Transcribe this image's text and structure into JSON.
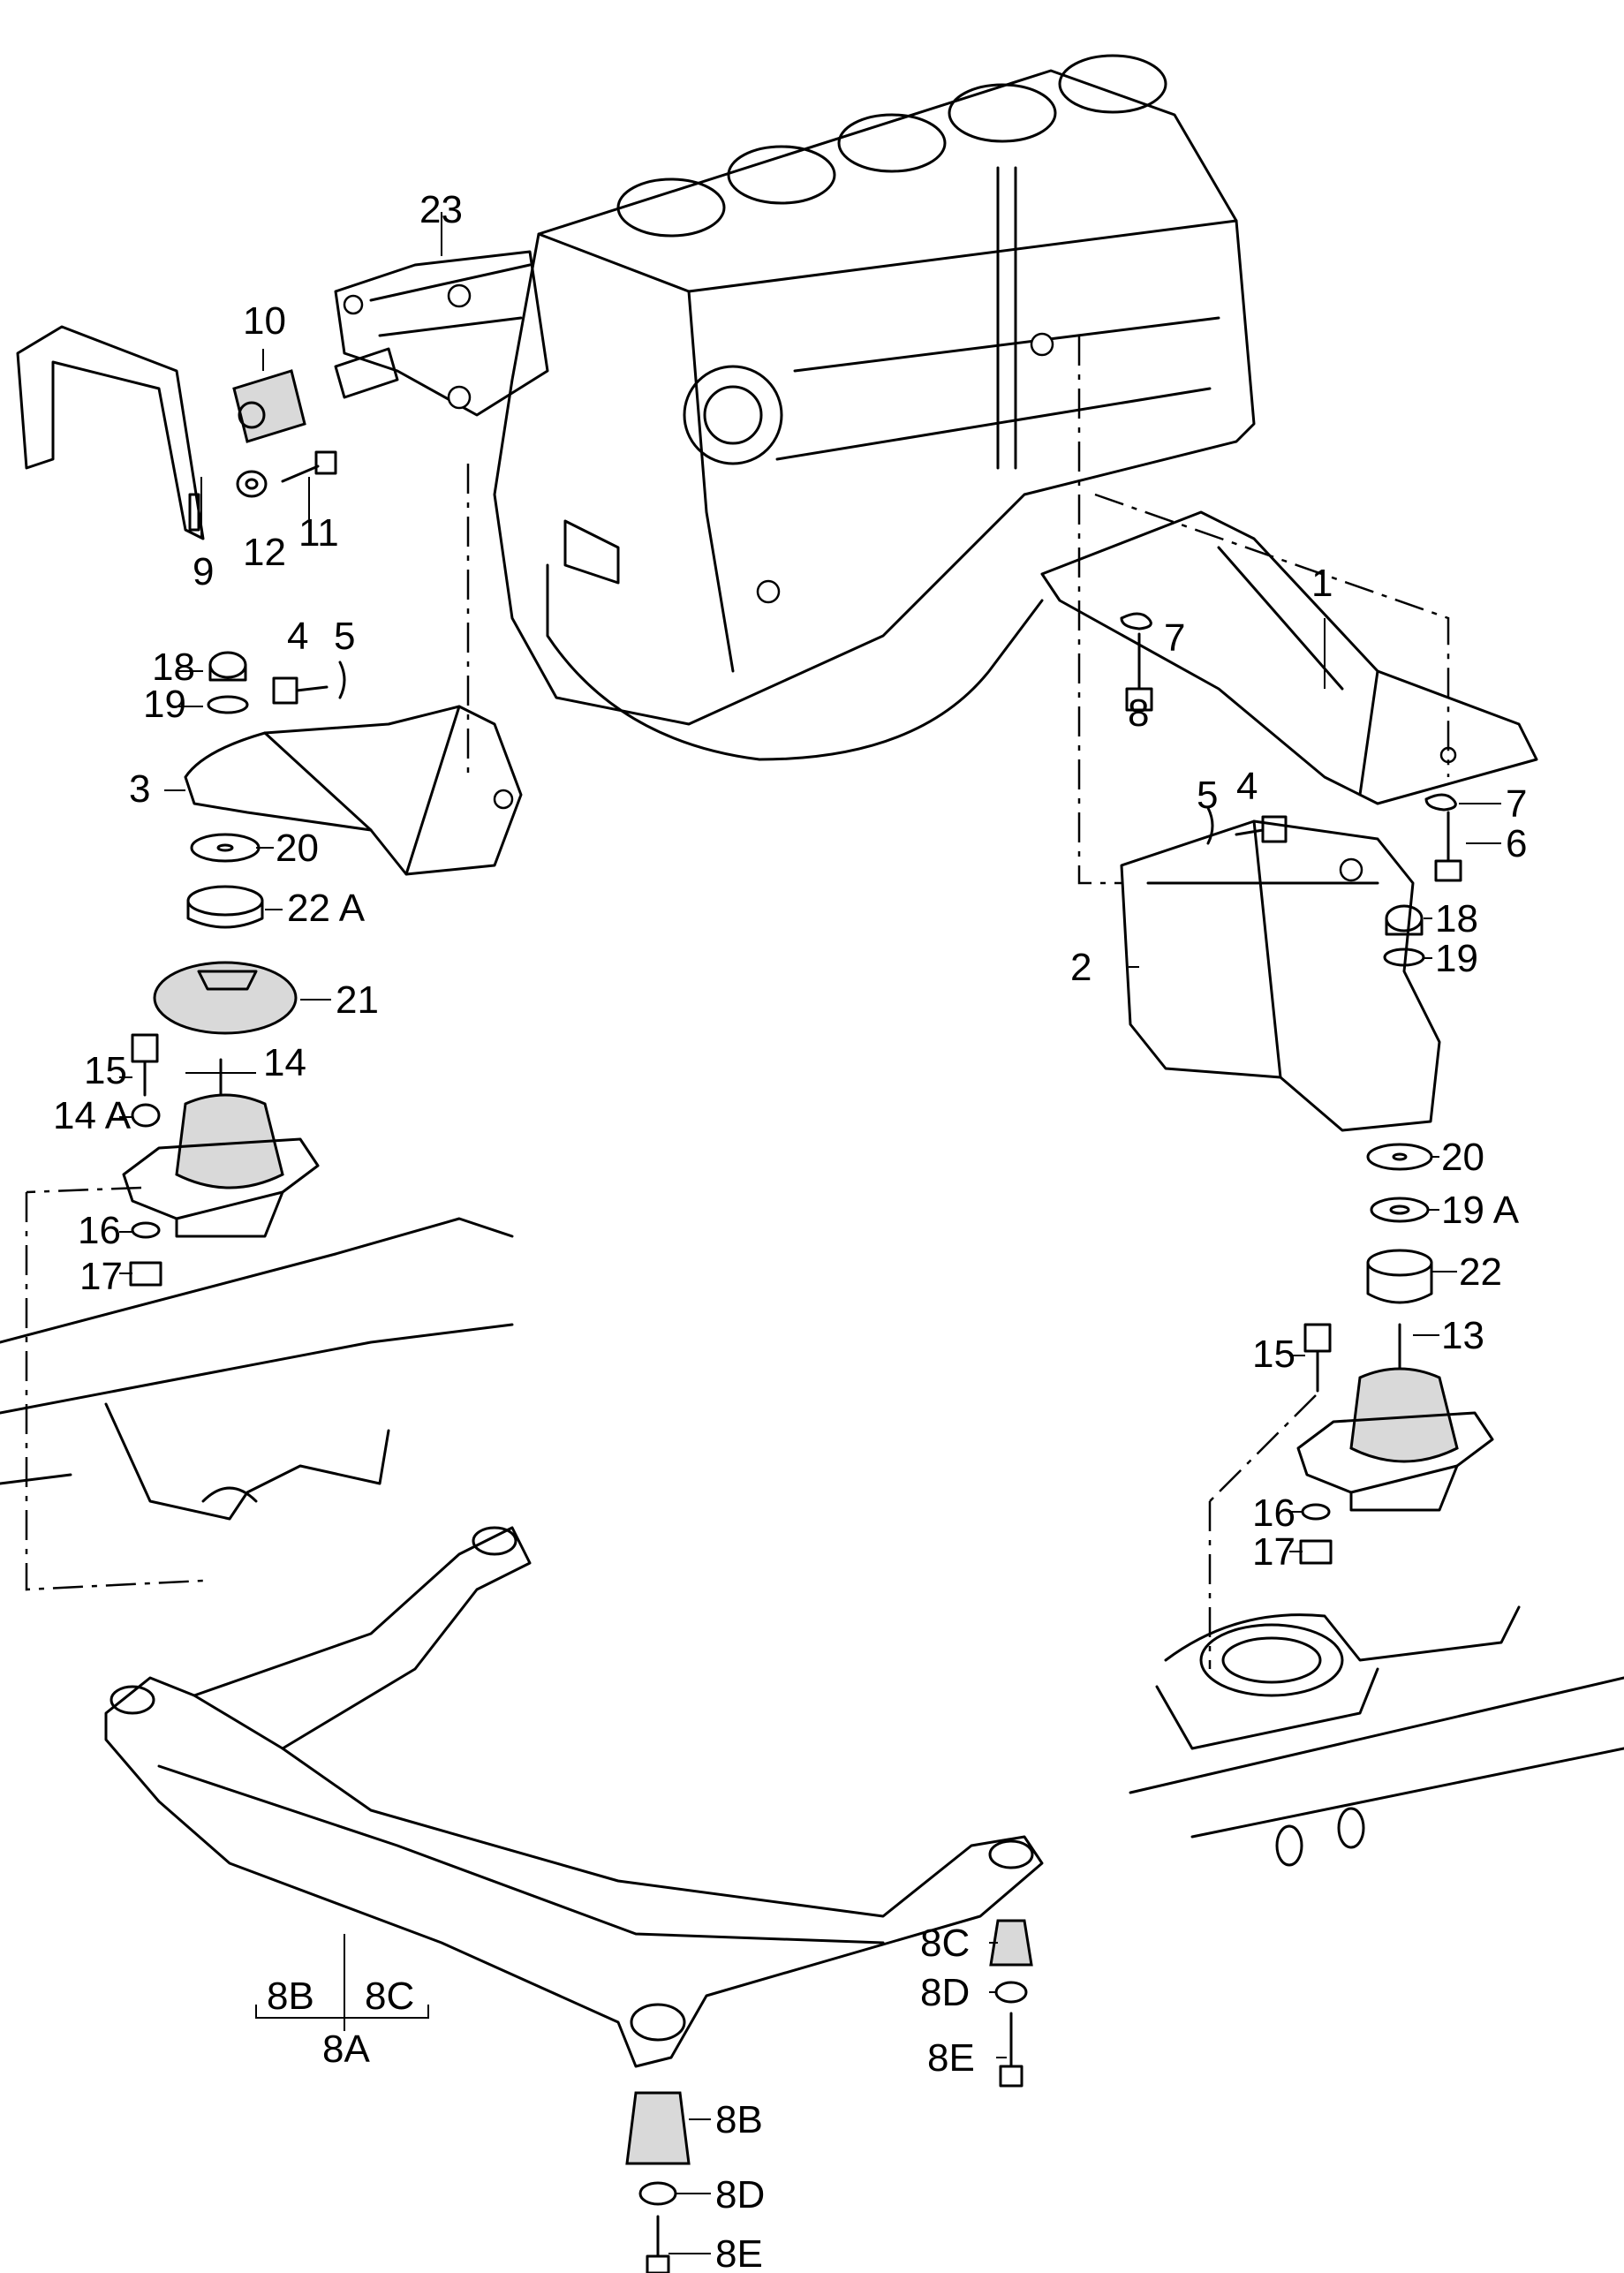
{
  "callouts": {
    "c1": "1",
    "c2": "2",
    "c3": "3",
    "c4a": "4",
    "c4b": "4",
    "c5a": "5",
    "c5b": "5",
    "c6": "6",
    "c7a": "7",
    "c7b": "7",
    "c8": "8",
    "c8a": "8A",
    "c8b_bracket": "8B",
    "c8c_bracket": "8C",
    "c8b": "8B",
    "c8c": "8C",
    "c8d_right": "8D",
    "c8d_bottom": "8D",
    "c8e_right": "8E",
    "c8e_bottom": "8E",
    "c9": "9",
    "c10": "10",
    "c11": "11",
    "c12": "12",
    "c13": "13",
    "c14": "14",
    "c14a": "14 A",
    "c15a": "15",
    "c15b": "15",
    "c16a": "16",
    "c16b": "16",
    "c17a": "17",
    "c17b": "17",
    "c18a": "18",
    "c18b": "18",
    "c19a": "19",
    "c19b": "19",
    "c19A": "19 A",
    "c20a": "20",
    "c20b": "20",
    "c21": "21",
    "c22": "22",
    "c22a": "22 A",
    "c23": "23"
  }
}
